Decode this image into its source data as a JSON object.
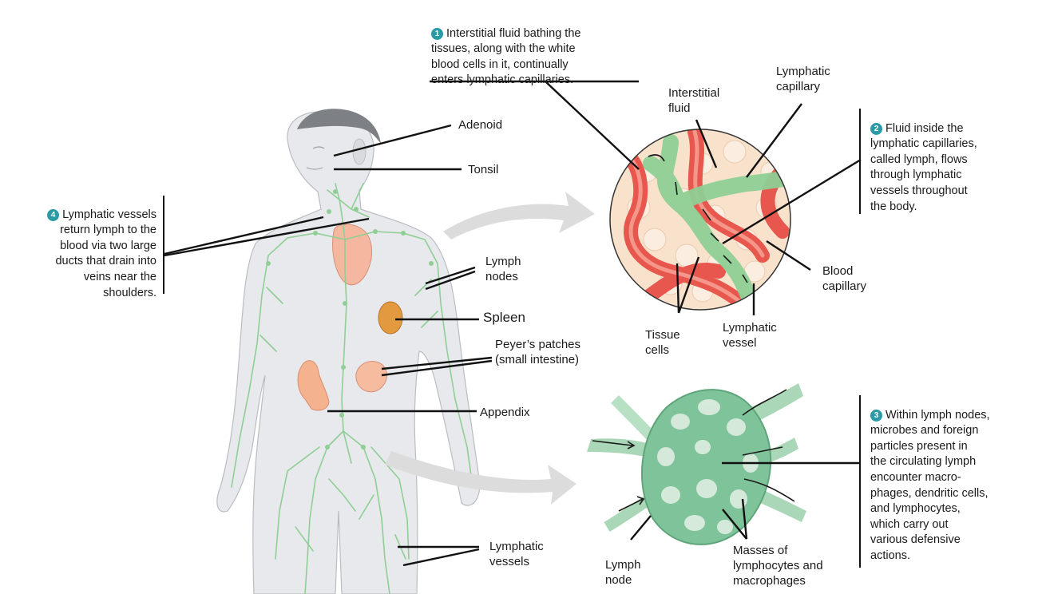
{
  "steps": [
    {
      "num": "1",
      "text": "Interstitial fluid bathing the\ntissues, along with the white\nblood cells in it, continually\nenters lymphatic capillaries."
    },
    {
      "num": "2",
      "text": "Fluid inside the\nlymphatic capillaries,\ncalled lymph, flows\nthrough lymphatic\nvessels throughout\nthe body."
    },
    {
      "num": "3",
      "text": "Within lymph nodes,\nmicrobes and foreign\nparticles present in\nthe circulating lymph\nencounter macro-\nphages, dendritic cells,\nand lymphocytes,\nwhich carry out\nvarious defensive\nactions."
    },
    {
      "num": "4",
      "text": "Lymphatic vessels\nreturn lymph to the\nblood via two large\nducts that drain into\nveins near the\nshoulders."
    }
  ],
  "labels": {
    "adenoid": "Adenoid",
    "tonsil": "Tonsil",
    "lymph_nodes": "Lymph\nnodes",
    "spleen": "Spleen",
    "peyers_patches": "Peyer’s patches\n(small intestine)",
    "appendix": "Appendix",
    "lymphatic_vessels": "Lymphatic\nvessels",
    "interstitial_fluid": "Interstitial\nfluid",
    "lymphatic_capillary": "Lymphatic\ncapillary",
    "blood_capillary": "Blood\ncapillary",
    "tissue_cells": "Tissue\ncells",
    "lymphatic_vessel": "Lymphatic\nvessel",
    "lymph_node": "Lymph\nnode",
    "masses": "Masses of\nlymphocytes and\nmacrophages"
  },
  "colors": {
    "lymph_green": "#8fcf95",
    "blood_red": "#e8574d",
    "tissue_cream": "#f9e2cc",
    "node_green": "#7fc39a",
    "badge_teal": "#2a9aa6",
    "body_gray": "#e6e8eb"
  }
}
